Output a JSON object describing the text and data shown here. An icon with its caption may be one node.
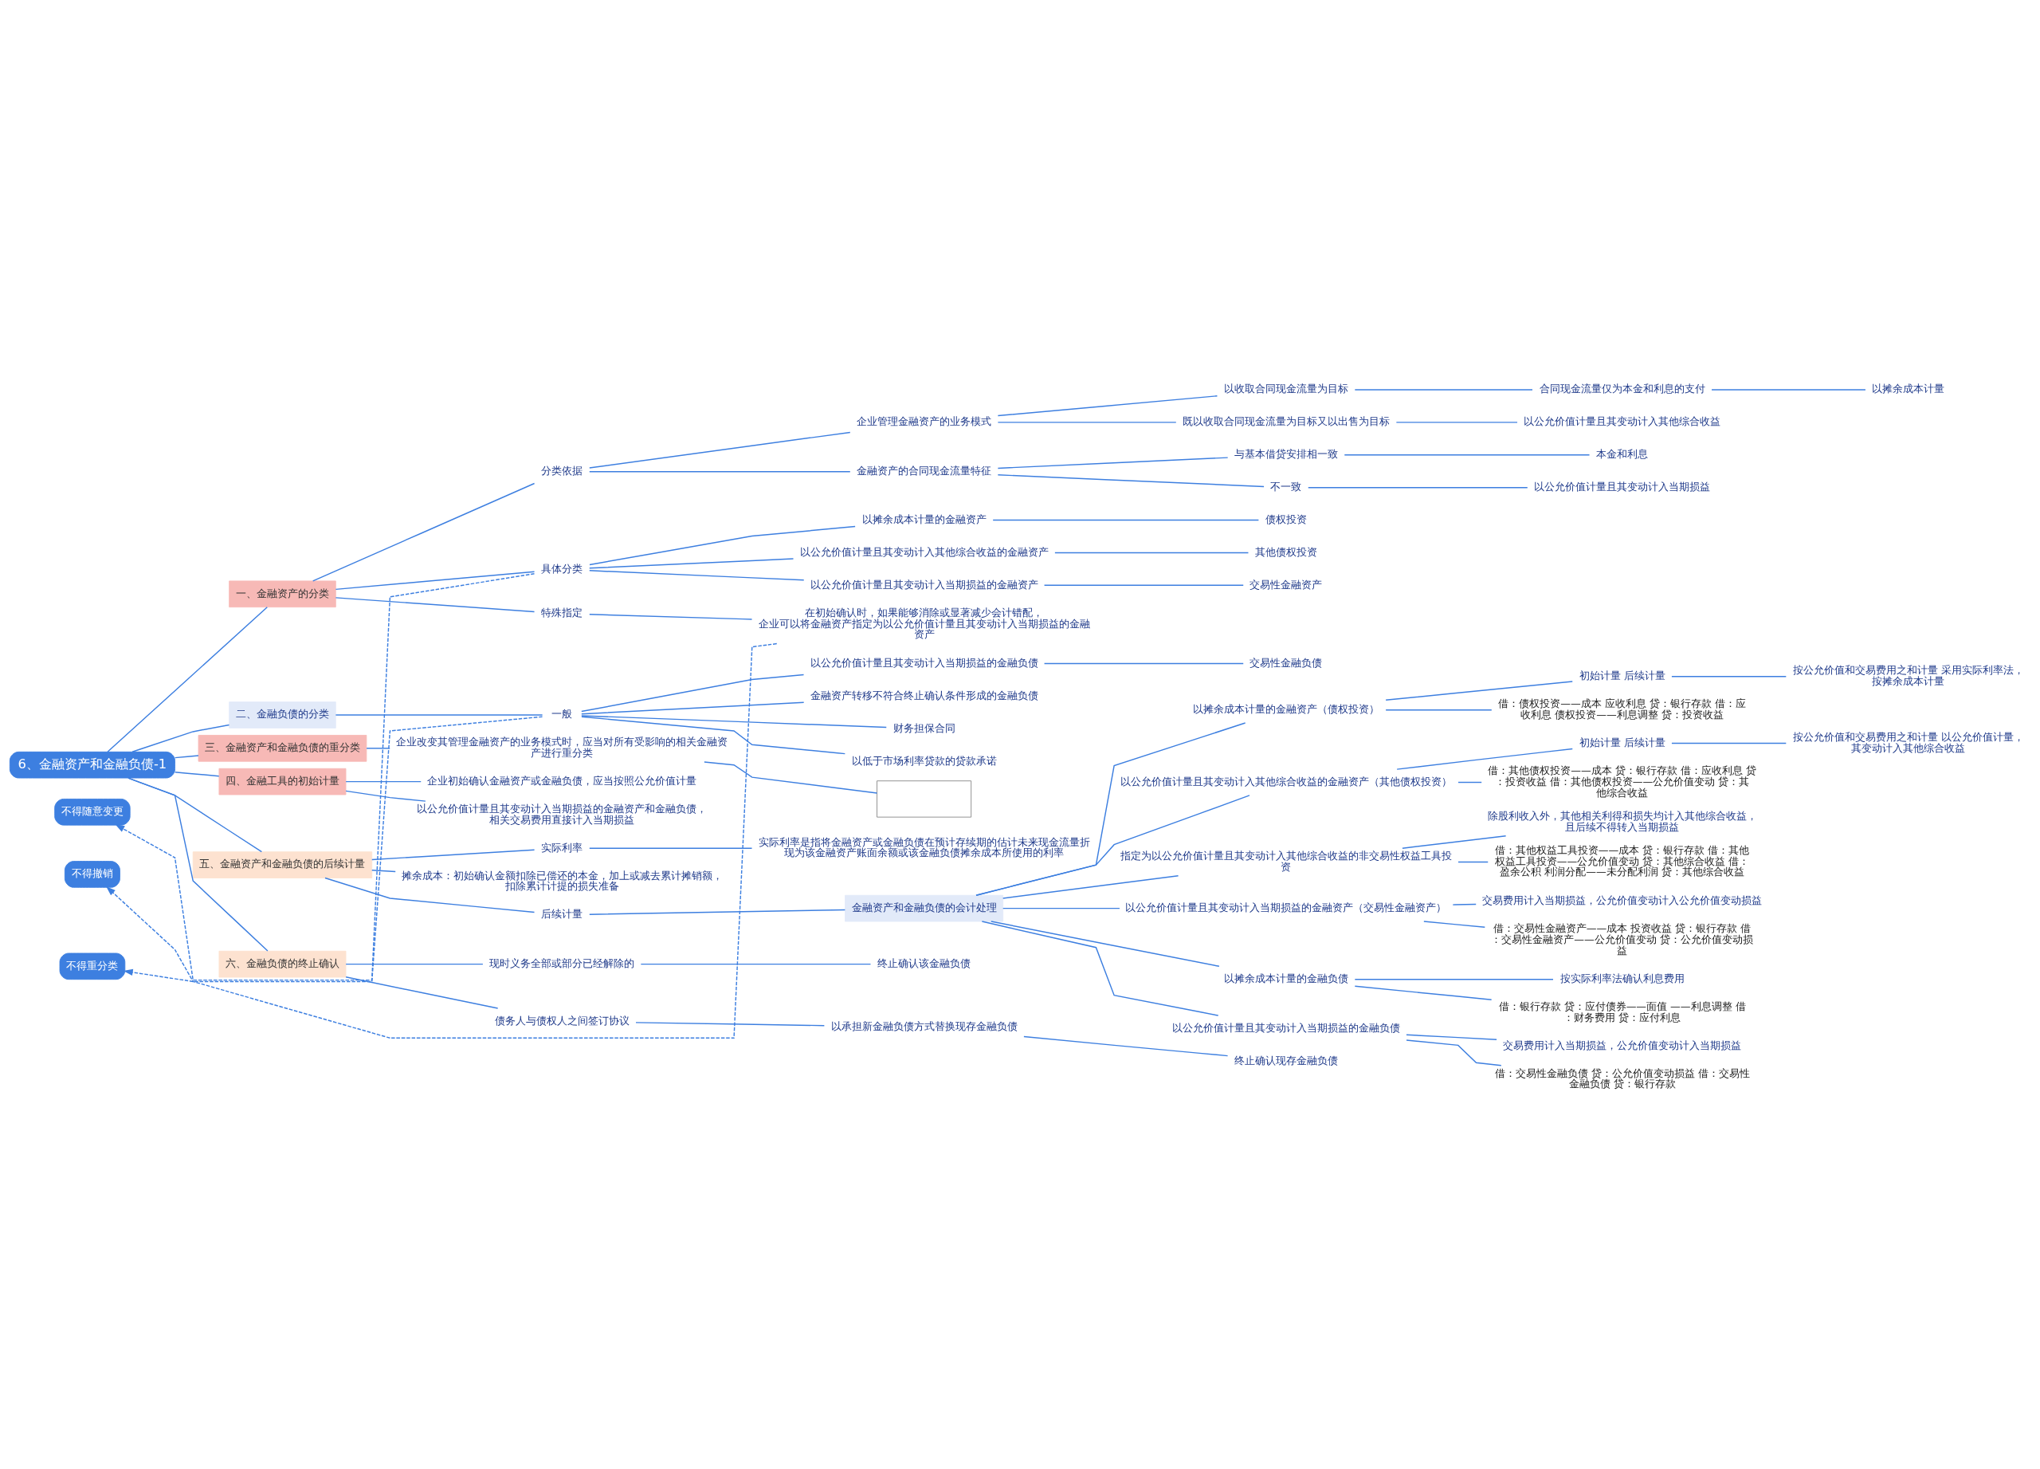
{
  "diagram": {
    "nodes": [
      {
        "text": [
          "6、金融资产和金融负债-1"
        ]
      },
      {
        "text": [
          "一、金融资产的分类"
        ]
      },
      {
        "text": [
          "分类依据"
        ]
      },
      {
        "text": [
          "企业管理金融资产的业务模式"
        ]
      },
      {
        "text": [
          "以收取合同现金流量为目标"
        ]
      },
      {
        "text": [
          "合同现金流量仅为本金和利息的支付"
        ]
      },
      {
        "text": [
          "以摊余成本计量"
        ]
      },
      {
        "text": [
          "既以收取合同现金流量为目标又以出售为目标"
        ]
      },
      {
        "text": [
          "以公允价值计量且其变动计入其他综合收益"
        ]
      },
      {
        "text": [
          "金融资产的合同现金流量特征"
        ]
      },
      {
        "text": [
          "与基本借贷安排相一致"
        ]
      },
      {
        "text": [
          "本金和利息"
        ]
      },
      {
        "text": [
          "不一致"
        ]
      },
      {
        "text": [
          "以公允价值计量且其变动计入当期损益"
        ]
      },
      {
        "text": [
          "不得随意变更"
        ]
      },
      {
        "text": [
          "具体分类"
        ]
      },
      {
        "text": [
          "以摊余成本计量的金融资产"
        ]
      },
      {
        "text": [
          "债权投资"
        ]
      },
      {
        "text": [
          "以公允价值计量且其变动计入其他综合收益的金融资产"
        ]
      },
      {
        "text": [
          "其他债权投资"
        ]
      },
      {
        "text": [
          "以公允价值计量且其变动计入当期损益的金融资产"
        ]
      },
      {
        "text": [
          "交易性金融资产"
        ]
      },
      {
        "text": [
          "特殊指定"
        ]
      },
      {
        "text": [
          "在初始确认时，如果能够消除或显著减少会计错配，企业可以将金融资产指定为以公允价值计量且其变动计入当期损益的金融资产"
        ]
      },
      {
        "text": [
          "不得撤销"
        ]
      },
      {
        "text": [
          "二、金融负债的分类"
        ]
      },
      {
        "text": [
          "一般"
        ]
      },
      {
        "text": [
          "以公允价值计量且其变动计入当期损益的金融负债"
        ]
      },
      {
        "text": [
          "交易性金融负债"
        ]
      },
      {
        "text": [
          "金融资产转移不符合终止确认条件形成的金融负债"
        ]
      },
      {
        "text": [
          "财务担保合同"
        ]
      },
      {
        "text": [
          "以低于市场利率贷款的贷款承诺"
        ]
      },
      {
        "text": [
          "不得重分类"
        ]
      },
      {
        "text": [
          "三、金融资产和金融负债的重分类"
        ]
      },
      {
        "text": [
          "企业改变其管理金融资产的业务模式时，应当对所有受影响的相关金融资产进行重分类"
        ]
      },
      {
        "text": [],
        "shape": "box"
      },
      {
        "text": [
          "四、金融工具的初始计量"
        ]
      },
      {
        "text": [
          "企业初始确认金融资产或金融负债，应当按照公允价值计量"
        ]
      },
      {
        "text": [
          "以公允价值计量且其变动计入当期损益的金融资产和金融负债，相关交易费用直接计入当期损益"
        ]
      },
      {
        "text": [
          "五、金融资产和金融负债的后续计量"
        ]
      },
      {
        "text": [
          "实际利率"
        ]
      },
      {
        "text": [
          "实际利率是指将金融资产或金融负债在预计存续期的估计未来现金流量折现为该金融资产账面余额或该金融负债摊余成本所使用的利率"
        ]
      },
      {
        "text": [
          "摊余成本：初始确认金额扣除已偿还的本金，加上或减去累计摊销额，扣除累计计提的损失准备"
        ]
      },
      {
        "text": [
          "后续计量"
        ]
      },
      {
        "text": [
          "金融资产和金融负债的会计处理"
        ]
      },
      {
        "text": [
          "以摊余成本计量的金融资产（债权投资）"
        ]
      },
      {
        "text": [
          "初始计量 后续计量"
        ]
      },
      {
        "text": [
          "按公允价值和交易费用之和计量 采用实际利率法，按摊余成本计量"
        ]
      },
      {
        "text": [
          "借：债权投资——成本 应收利息 贷：银行存款 借：应收利息 债权投资——利息调整 贷：投资收益"
        ]
      },
      {
        "text": [
          "以公允价值计量且其变动计入其他综合收益的金融资产（其他债权投资）"
        ]
      },
      {
        "text": [
          "初始计量 后续计量"
        ]
      },
      {
        "text": [
          "按公允价值和交易费用之和计量 以公允价值计量，其变动计入其他综合收益"
        ]
      },
      {
        "text": [
          "借：其他债权投资——成本 贷：银行存款 借：应收利息 贷：投资收益 借：其他债权投资——公允价值变动 贷：其他综合收益"
        ]
      },
      {
        "text": [
          "指定为以公允价值计量且其变动计入其他综合收益的非交易性权益工具投资"
        ]
      },
      {
        "text": [
          "除股利收入外，其他相关利得和损失均计入其他综合收益，且后续不得转入当期损益"
        ]
      },
      {
        "text": [
          "借：其他权益工具投资——成本 贷：银行存款 借：其他权益工具投资——公允价值变动 贷：其他综合收益 借：盈余公积 利润分配——未分配利润 贷：其他综合收益"
        ]
      },
      {
        "text": [
          "以公允价值计量且其变动计入当期损益的金融资产（交易性金融资产）"
        ]
      },
      {
        "text": [
          "交易费用计入当期损益，公允价值变动计入公允价值变动损益"
        ]
      },
      {
        "text": [
          "借：交易性金融资产——成本 投资收益 贷：银行存款 借：交易性金融资产——公允价值变动 贷：公允价值变动损益"
        ]
      },
      {
        "text": [
          "以摊余成本计量的金融负债"
        ]
      },
      {
        "text": [
          "按实际利率法确认利息费用"
        ]
      },
      {
        "text": [
          "借：银行存款 贷：应付债券——面值 ——利息调整 借：财务费用 贷：应付利息"
        ]
      },
      {
        "text": [
          "以公允价值计量且其变动计入当期损益的金融负债"
        ]
      },
      {
        "text": [
          "交易费用计入当期损益，公允价值变动计入当期损益"
        ]
      },
      {
        "text": [
          "借：交易性金融负债 贷：公允价值变动损益 借：交易性金融负债 贷：银行存款"
        ]
      },
      {
        "text": [
          "六、金融负债的终止确认"
        ]
      },
      {
        "text": [
          "现时义务全部或部分已经解除的"
        ]
      },
      {
        "text": [
          "终止确认该金融负债"
        ]
      },
      {
        "text": [
          "债务人与债权人之间签订协议"
        ]
      },
      {
        "text": [
          "以承担新金融负债方式替换现存金融负债"
        ]
      },
      {
        "text": [
          "终止确认现存金融负债"
        ]
      }
    ],
    "edges": [
      {
        "from": 0,
        "to": 1,
        "arrow": "none"
      },
      {
        "from": 1,
        "to": 2,
        "arrow": "none"
      },
      {
        "from": 2,
        "to": 3,
        "arrow": "none"
      },
      {
        "from": 3,
        "to": 4,
        "arrow": "none"
      },
      {
        "from": 4,
        "to": 5,
        "arrow": "none"
      },
      {
        "from": 5,
        "to": 6,
        "arrow": "none"
      },
      {
        "from": 3,
        "to": 7,
        "arrow": "none"
      },
      {
        "from": 7,
        "to": 8,
        "arrow": "none"
      },
      {
        "from": 2,
        "to": 9,
        "arrow": "none"
      },
      {
        "from": 9,
        "to": 10,
        "arrow": "none"
      },
      {
        "from": 10,
        "to": 11,
        "arrow": "none"
      },
      {
        "from": 9,
        "to": 12,
        "arrow": "none"
      },
      {
        "from": 12,
        "to": 13,
        "arrow": "none"
      },
      {
        "from": 1,
        "to": 15,
        "arrow": "none"
      },
      {
        "from": 15,
        "to": 14,
        "arrow": "to",
        "style": "dashed"
      },
      {
        "from": 15,
        "to": 16,
        "arrow": "none"
      },
      {
        "from": 16,
        "to": 17,
        "arrow": "none"
      },
      {
        "from": 15,
        "to": 18,
        "arrow": "none"
      },
      {
        "from": 18,
        "to": 19,
        "arrow": "none"
      },
      {
        "from": 15,
        "to": 20,
        "arrow": "none"
      },
      {
        "from": 20,
        "to": 21,
        "arrow": "none"
      },
      {
        "from": 1,
        "to": 22,
        "arrow": "none"
      },
      {
        "from": 22,
        "to": 23,
        "arrow": "none"
      },
      {
        "from": 23,
        "to": 24,
        "arrow": "to",
        "style": "dashed"
      },
      {
        "from": 0,
        "to": 25,
        "arrow": "none"
      },
      {
        "from": 25,
        "to": 26,
        "arrow": "none"
      },
      {
        "from": 26,
        "to": 32,
        "arrow": "to",
        "style": "dashed"
      },
      {
        "from": 26,
        "to": 27,
        "arrow": "none"
      },
      {
        "from": 27,
        "to": 28,
        "arrow": "none"
      },
      {
        "from": 26,
        "to": 29,
        "arrow": "none"
      },
      {
        "from": 26,
        "to": 30,
        "arrow": "none"
      },
      {
        "from": 26,
        "to": 31,
        "arrow": "none"
      },
      {
        "from": 0,
        "to": 33,
        "arrow": "none"
      },
      {
        "from": 33,
        "to": 34,
        "arrow": "none"
      },
      {
        "from": 34,
        "to": 35,
        "arrow": "none"
      },
      {
        "from": 0,
        "to": 36,
        "arrow": "none"
      },
      {
        "from": 36,
        "to": 37,
        "arrow": "none"
      },
      {
        "from": 36,
        "to": 38,
        "arrow": "none"
      },
      {
        "from": 0,
        "to": 39,
        "arrow": "none"
      },
      {
        "from": 39,
        "to": 40,
        "arrow": "none"
      },
      {
        "from": 40,
        "to": 41,
        "arrow": "none"
      },
      {
        "from": 39,
        "to": 42,
        "arrow": "none"
      },
      {
        "from": 39,
        "to": 43,
        "arrow": "none"
      },
      {
        "from": 43,
        "to": 44,
        "arrow": "none"
      },
      {
        "from": 44,
        "to": 45,
        "arrow": "none"
      },
      {
        "from": 45,
        "to": 46,
        "arrow": "none"
      },
      {
        "from": 46,
        "to": 47,
        "arrow": "none"
      },
      {
        "from": 45,
        "to": 48,
        "arrow": "none"
      },
      {
        "from": 44,
        "to": 49,
        "arrow": "none"
      },
      {
        "from": 49,
        "to": 50,
        "arrow": "none"
      },
      {
        "from": 50,
        "to": 51,
        "arrow": "none"
      },
      {
        "from": 49,
        "to": 52,
        "arrow": "none"
      },
      {
        "from": 44,
        "to": 53,
        "arrow": "none"
      },
      {
        "from": 53,
        "to": 54,
        "arrow": "none"
      },
      {
        "from": 53,
        "to": 55,
        "arrow": "none"
      },
      {
        "from": 44,
        "to": 56,
        "arrow": "none"
      },
      {
        "from": 56,
        "to": 57,
        "arrow": "none"
      },
      {
        "from": 56,
        "to": 58,
        "arrow": "none"
      },
      {
        "from": 44,
        "to": 59,
        "arrow": "none"
      },
      {
        "from": 59,
        "to": 60,
        "arrow": "none"
      },
      {
        "from": 59,
        "to": 61,
        "arrow": "none"
      },
      {
        "from": 44,
        "to": 62,
        "arrow": "none"
      },
      {
        "from": 62,
        "to": 63,
        "arrow": "none"
      },
      {
        "from": 62,
        "to": 64,
        "arrow": "none"
      },
      {
        "from": 0,
        "to": 65,
        "arrow": "none"
      },
      {
        "from": 65,
        "to": 66,
        "arrow": "none"
      },
      {
        "from": 66,
        "to": 67,
        "arrow": "none"
      },
      {
        "from": 65,
        "to": 68,
        "arrow": "none"
      },
      {
        "from": 68,
        "to": 69,
        "arrow": "none"
      },
      {
        "from": 69,
        "to": 70,
        "arrow": "none"
      }
    ]
  }
}
